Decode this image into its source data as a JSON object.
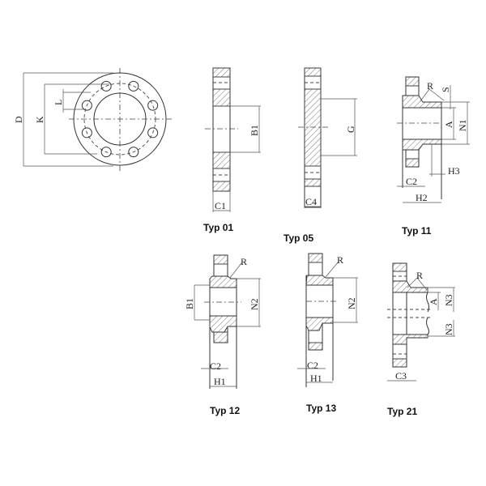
{
  "front_view": {
    "labels": {
      "d": "D",
      "k": "K",
      "l": "L"
    },
    "bolt_holes": 8
  },
  "typ01": {
    "title": "Typ 01",
    "labels": {
      "b1": "B1",
      "c1": "C1"
    }
  },
  "typ05": {
    "title": "Typ 05",
    "labels": {
      "g": "G",
      "c4": "C4"
    }
  },
  "typ11": {
    "title": "Typ 11",
    "labels": {
      "r": "R",
      "s": "S",
      "a": "A",
      "n1": "N1",
      "h3": "H3",
      "c2": "C2",
      "h2": "H2"
    }
  },
  "typ12": {
    "title": "Typ 12",
    "labels": {
      "r": "R",
      "b1": "B1",
      "n2": "N2",
      "c2": "C2",
      "h1": "H1"
    }
  },
  "typ13": {
    "title": "Typ 13",
    "labels": {
      "r": "R",
      "n2": "N2",
      "c2": "C2",
      "h1": "H1"
    }
  },
  "typ21": {
    "title": "Typ 21",
    "labels": {
      "r": "R",
      "a": "A",
      "n3_top": "N3",
      "n3_bottom": "N3",
      "c3": "C3"
    }
  }
}
